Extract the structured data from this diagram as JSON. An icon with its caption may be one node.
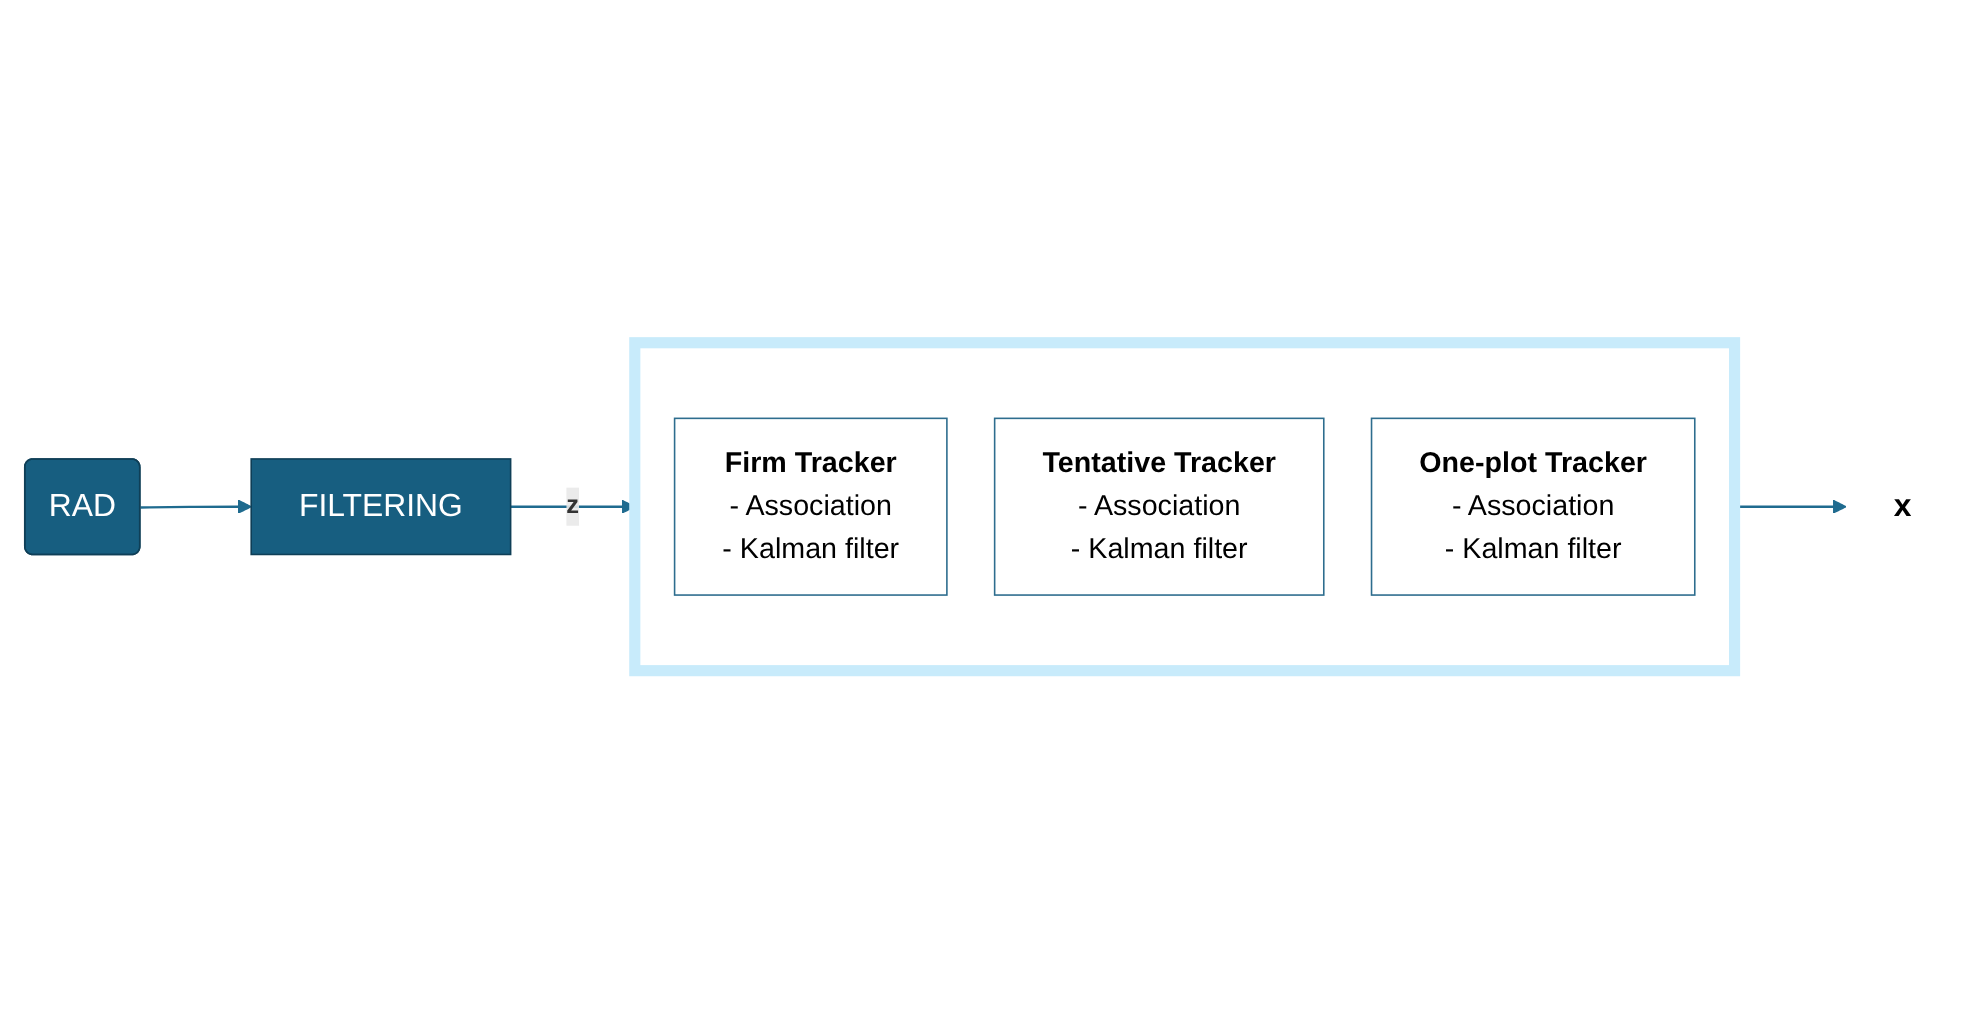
{
  "diagram": {
    "nodes": [
      {
        "text": [
          "RAD"
        ]
      },
      {
        "text": [
          "FILTERING"
        ]
      },
      {
        "text": [],
        "shape": "box"
      },
      {
        "text": [
          "Firm Tracker",
          "-   Association",
          "-   Kalman filter"
        ],
        "in": 2
      },
      {
        "text": [
          "Tentative Tracker",
          "-   Association",
          "-   Kalman filter"
        ],
        "in": 2
      },
      {
        "text": [
          "One-plot Tracker",
          "-   Association",
          "-   Kalman filter"
        ],
        "in": 2
      },
      {
        "text": [
          "x"
        ]
      }
    ],
    "edges": [
      {
        "from": 0,
        "to": 1,
        "arrow": "to"
      },
      {
        "from": 1,
        "to": 2,
        "label": "z",
        "arrow": "to"
      },
      {
        "from": 2,
        "to": 6,
        "arrow": "to"
      }
    ]
  }
}
